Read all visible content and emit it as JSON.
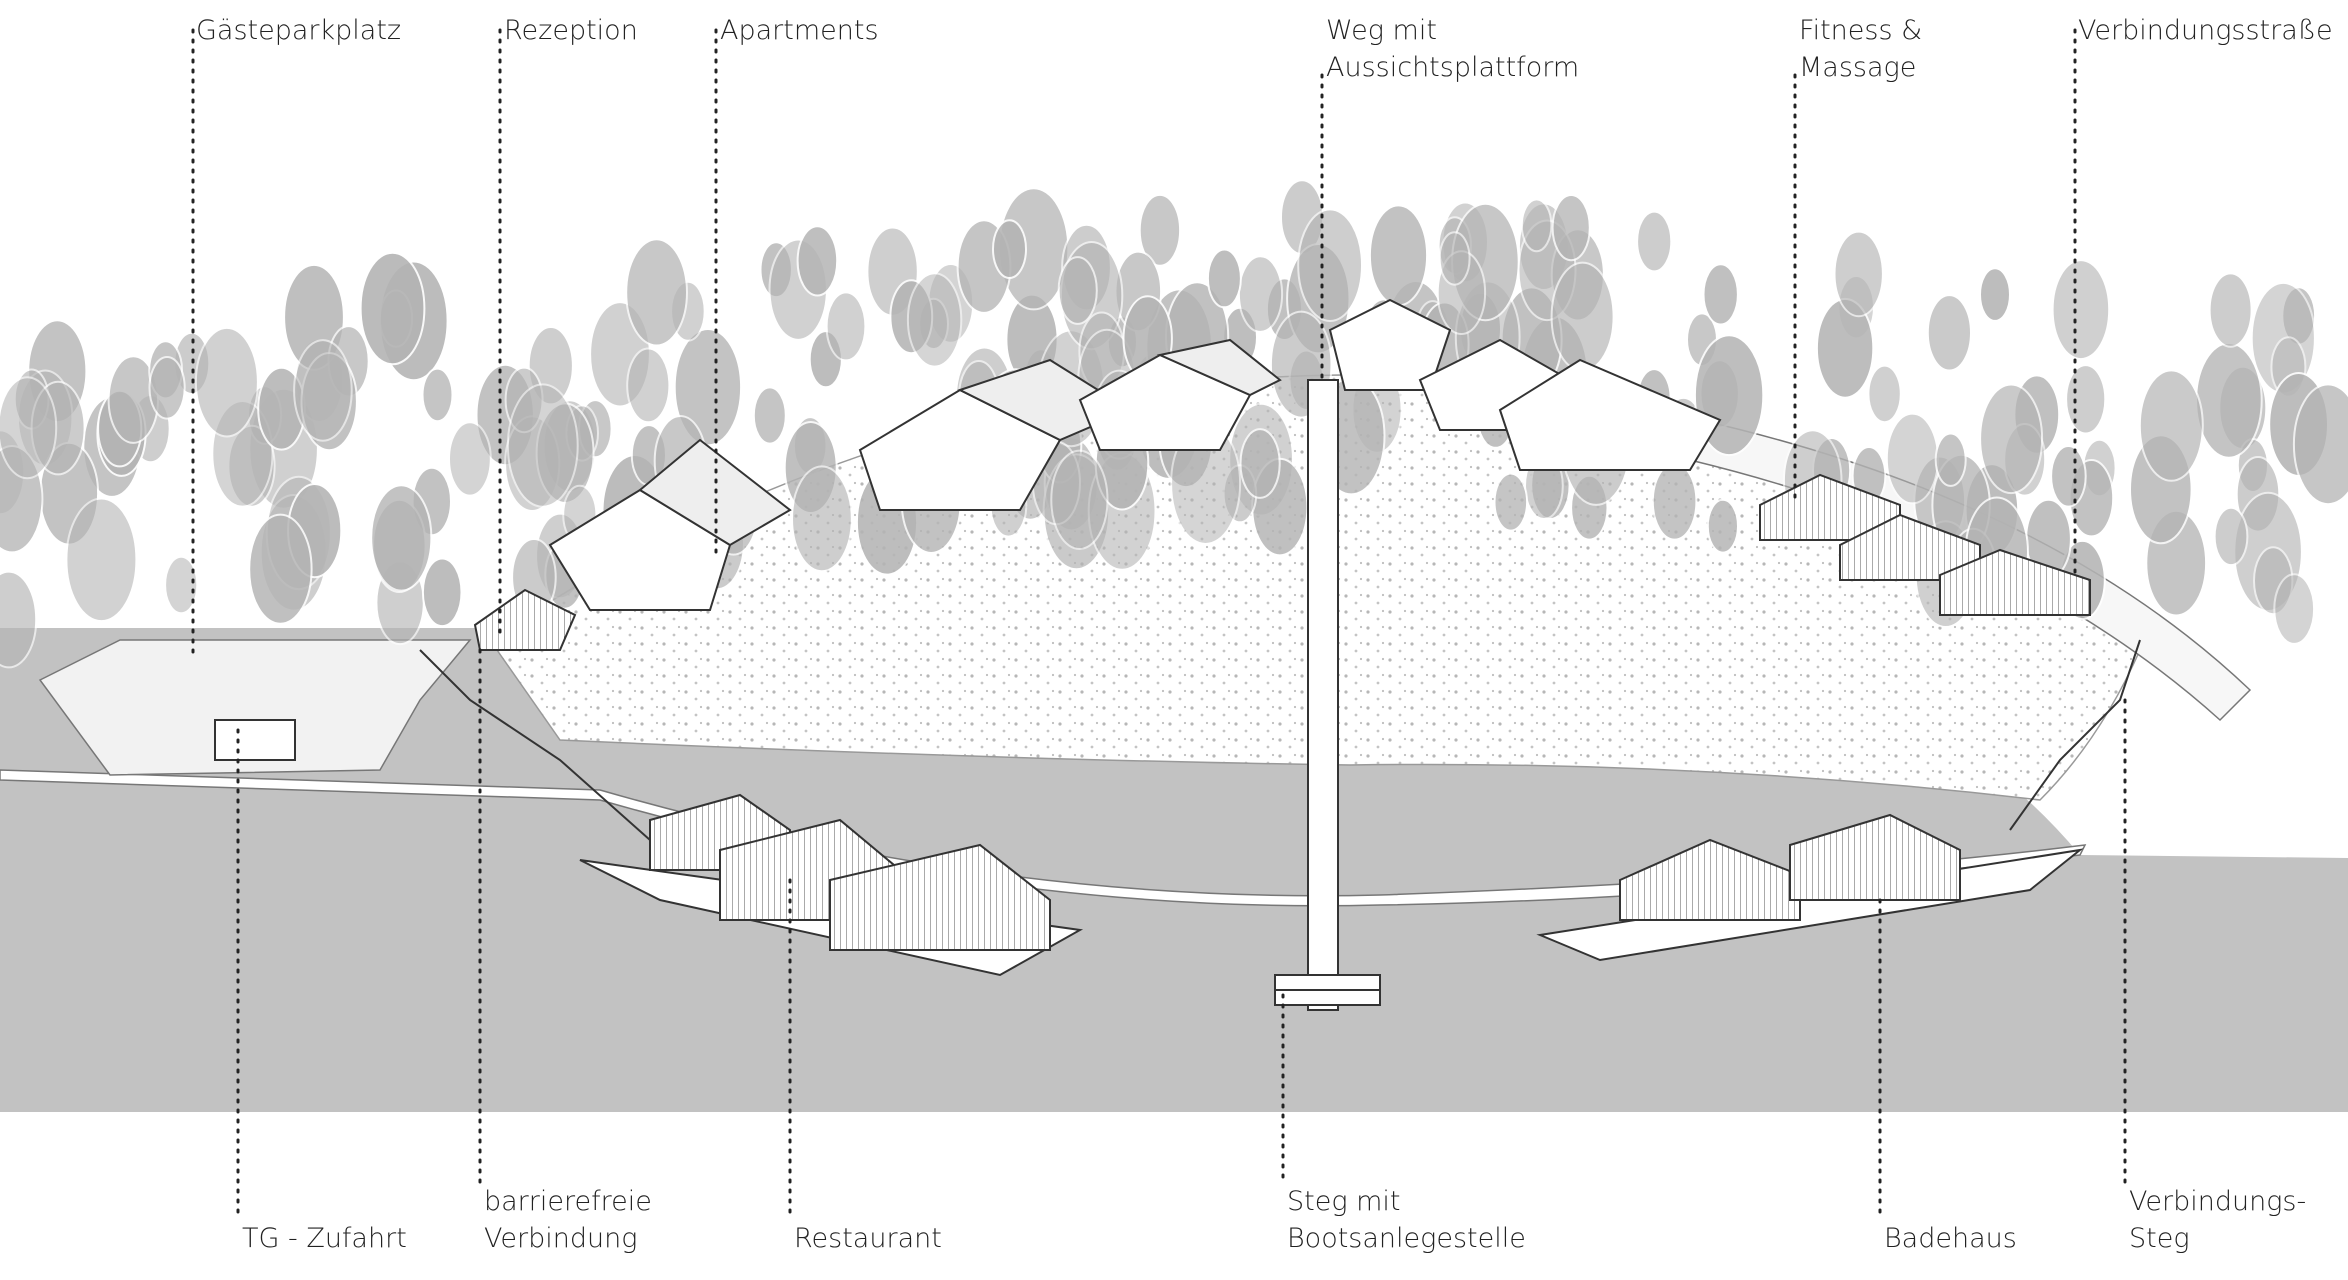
{
  "labels_top": [
    {
      "id": "gaesteparkplatz",
      "text": "Gästeparkplatz"
    },
    {
      "id": "rezeption",
      "text": "Rezeption"
    },
    {
      "id": "apartments",
      "text": "Apartments"
    },
    {
      "id": "weg",
      "text": "Weg mit\nAussichtsplattform"
    },
    {
      "id": "fitness",
      "text": "Fitness &\nMassage"
    },
    {
      "id": "verbindungsstrasse",
      "text": "Verbindungsstraße"
    }
  ],
  "labels_bottom": [
    {
      "id": "tg-zufahrt",
      "text": "TG - Zufahrt"
    },
    {
      "id": "barrierefreie",
      "text": "barrierefreie\nVerbindung"
    },
    {
      "id": "restaurant",
      "text": "Restaurant"
    },
    {
      "id": "steg",
      "text": "Steg mit\nBootsanlegestelle"
    },
    {
      "id": "badehaus",
      "text": "Badehaus"
    },
    {
      "id": "verbindungs-steg",
      "text": "Verbindungs-\nSteg"
    }
  ],
  "colors": {
    "water": "#c2c2c2",
    "trees": "#b4b4b4",
    "lines": "#333333",
    "text": "#222222"
  }
}
